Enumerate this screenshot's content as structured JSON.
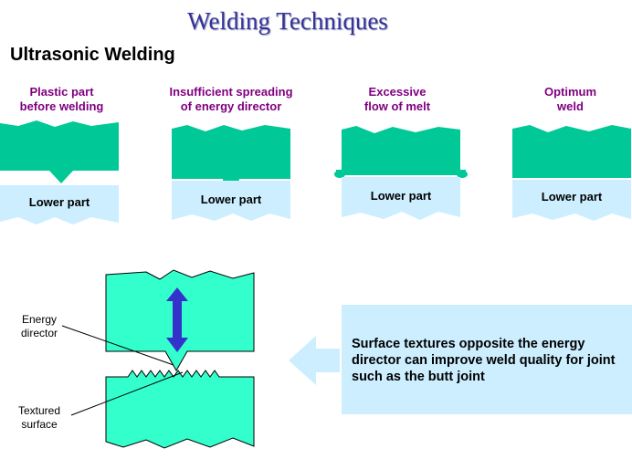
{
  "title": "Welding Techniques",
  "subtitle": "Ultrasonic Welding",
  "stages": [
    {
      "caption_line1": "Plastic part",
      "caption_line2": "before welding",
      "lower_label": "Lower part"
    },
    {
      "caption_line1": "Insufficient spreading",
      "caption_line2": "of energy director",
      "lower_label": "Lower part"
    },
    {
      "caption_line1": "Excessive",
      "caption_line2": "flow of melt",
      "lower_label": "Lower part"
    },
    {
      "caption_line1": "Optimum",
      "caption_line2": "weld",
      "lower_label": "Lower part"
    }
  ],
  "labels": {
    "energy_director_line1": "Energy",
    "energy_director_line2": "director",
    "textured_line1": "Textured",
    "textured_line2": "surface"
  },
  "note": "Surface textures opposite the energy director can improve weld quality for joint such as the butt joint",
  "colors": {
    "upper_part": "#00c896",
    "lower_part": "#cceeff",
    "cross_section": "#33ffcc",
    "arrow": "#3333cc",
    "callout_bg": "#cceeff",
    "caption": "#800080",
    "title": "#333399"
  }
}
